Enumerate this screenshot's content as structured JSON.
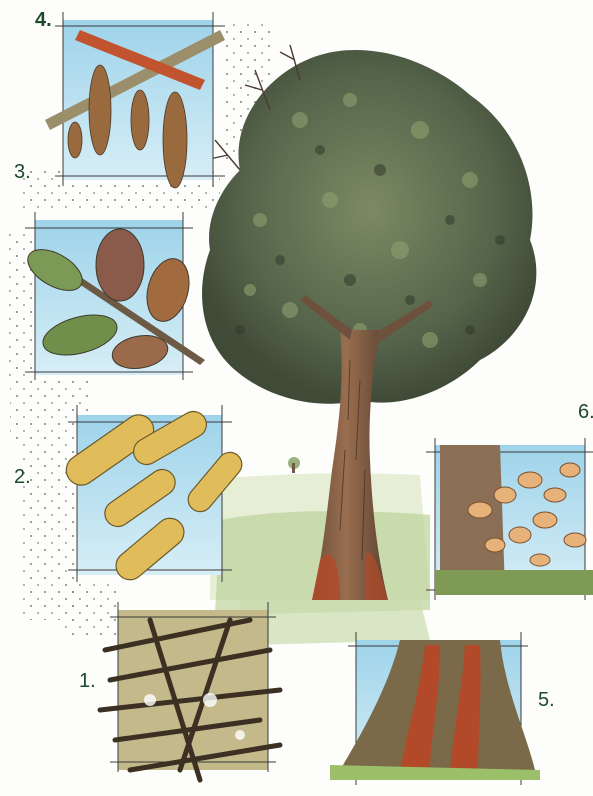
{
  "labels": {
    "panel_1": "1.",
    "panel_2": "2.",
    "panel_3": "3.",
    "panel_4": "4.",
    "panel_5": "5.",
    "panel_6": "6."
  },
  "colors": {
    "label_text": "#1e4a2c",
    "sky": "#a9d8ec",
    "foliage": "#5b6b4a",
    "bark": "#7a5a44",
    "bark_red": "#b24a2a",
    "grass": "#b9cf8c",
    "mushroom": "#e7b27a",
    "wood_pile": "#8a7a52"
  },
  "panels": [
    {
      "id": "panel-4",
      "subject": "hanging-catkins-icon"
    },
    {
      "id": "panel-3",
      "subject": "leaves-branch-icon"
    },
    {
      "id": "panel-2",
      "subject": "seed-pods-icon"
    },
    {
      "id": "panel-1",
      "subject": "wood-pile-icon"
    },
    {
      "id": "panel-5",
      "subject": "tree-stump-icon"
    },
    {
      "id": "panel-6",
      "subject": "mushrooms-icon"
    }
  ]
}
